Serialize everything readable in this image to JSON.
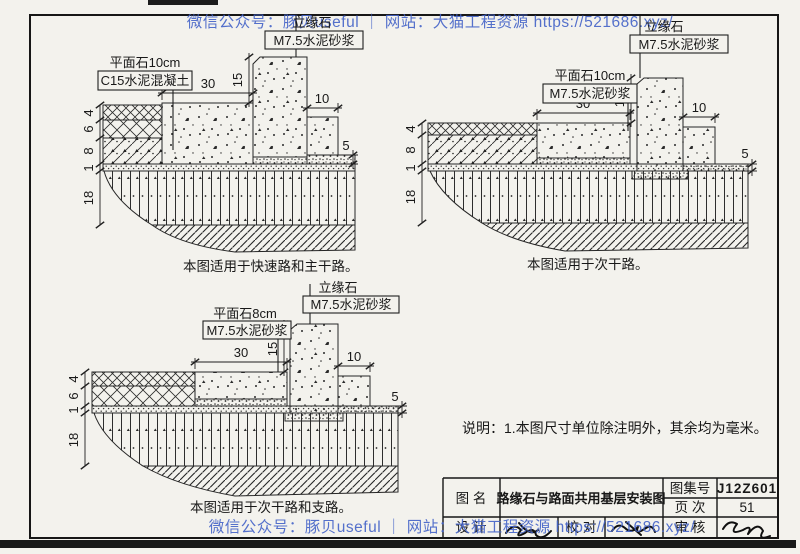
{
  "watermark": {
    "top": "微信公众号：豚贝useful ｜ 网站：大猫工程资源 https://521686.xyz/",
    "bottom": "微信公众号：豚贝useful ｜ 网站：大猫工程资源 https://521686.xyz/"
  },
  "drawings": [
    {
      "caption": "本图适用于快速路和主干路。",
      "flat_stone_label": "平面石10cm",
      "flat_stone_material": "C15水泥混凝土",
      "curb_label": "立缘石",
      "curb_bed_material": "M7.5水泥砂浆",
      "dims": {
        "base_width": "30",
        "curb_exposure": "15",
        "back_block_width": "10",
        "back_strip": "5",
        "layers": [
          "4",
          "6",
          "8",
          "1",
          "18"
        ]
      }
    },
    {
      "caption": "本图适用于次干路。",
      "flat_stone_label": "平面石10cm",
      "flat_stone_material": "M7.5水泥砂浆",
      "curb_label": "立缘石",
      "curb_bed_material": "M7.5水泥砂浆",
      "dims": {
        "base_width": "30",
        "curb_exposure": "15",
        "back_block_width": "10",
        "back_strip": "5",
        "layers": [
          "4",
          "8",
          "1",
          "18"
        ]
      }
    },
    {
      "caption": "本图适用于次干路和支路。",
      "flat_stone_label": "平面石8cm",
      "flat_stone_material": "M7.5水泥砂浆",
      "curb_label": "立缘石",
      "curb_bed_material": "M7.5水泥砂浆",
      "dims": {
        "base_width": "30",
        "curb_exposure": "15",
        "back_block_width": "10",
        "back_strip": "5",
        "layers": [
          "4",
          "6",
          "1",
          "18"
        ]
      }
    }
  ],
  "note": "说明：1.本图尺寸单位除注明外，其余均为毫米。",
  "title_block": {
    "drawing_name_label": "图  名",
    "drawing_name": "路缘石与路面共用基层安装图",
    "atlas_no_label": "图集号",
    "atlas_no": "J12Z601",
    "page_label": "页  次",
    "page": "51",
    "design_label": "设  计",
    "check_label": "校  对",
    "review_label": "审  核"
  },
  "colors": {
    "watermark_blue": "#4363c8",
    "ink": "#1f1f1f",
    "paper": "#f3f2ed"
  }
}
